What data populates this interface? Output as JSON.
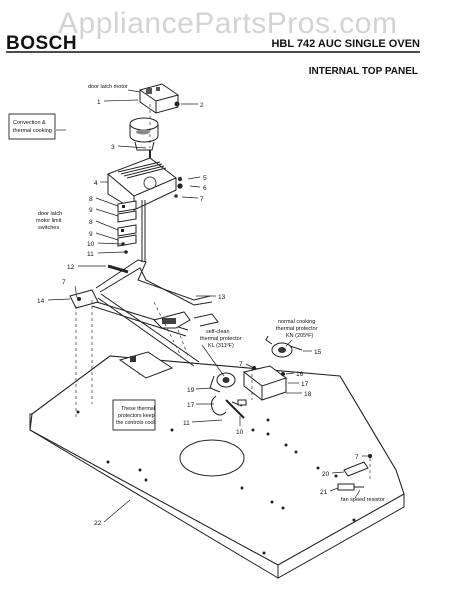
{
  "header": {
    "brand": "BOSCH",
    "model": "HBL 742 AUC SINGLE OVEN",
    "section": "INTERNAL TOP PANEL",
    "watermark": "AppliancePartsPros.com"
  },
  "callouts": {
    "convection": [
      "Convection &",
      "thermal cooking"
    ],
    "protectors_note": [
      "These thermal",
      "protectors keep",
      "the controls cool."
    ]
  },
  "component_labels": {
    "door_latch_motor": "door latch motor",
    "limit_switches": [
      "door latch",
      "motor limit",
      "switches"
    ],
    "self_clean": [
      "self-clean",
      "thermal protector",
      "KL (311ºF)"
    ],
    "normal_cooking": [
      "normal cooking",
      "thermal protector",
      "KN (205ºF)"
    ],
    "fan_speed_resistor": "fan speed resistor"
  },
  "part_numbers": [
    "1",
    "2",
    "3",
    "4",
    "5",
    "6",
    "7",
    "8",
    "9",
    "8",
    "9",
    "10",
    "11",
    "12",
    "7",
    "13",
    "14",
    "7",
    "15",
    "16",
    "17",
    "18",
    "19",
    "17",
    "11",
    "10",
    "7",
    "20",
    "21",
    "22"
  ]
}
